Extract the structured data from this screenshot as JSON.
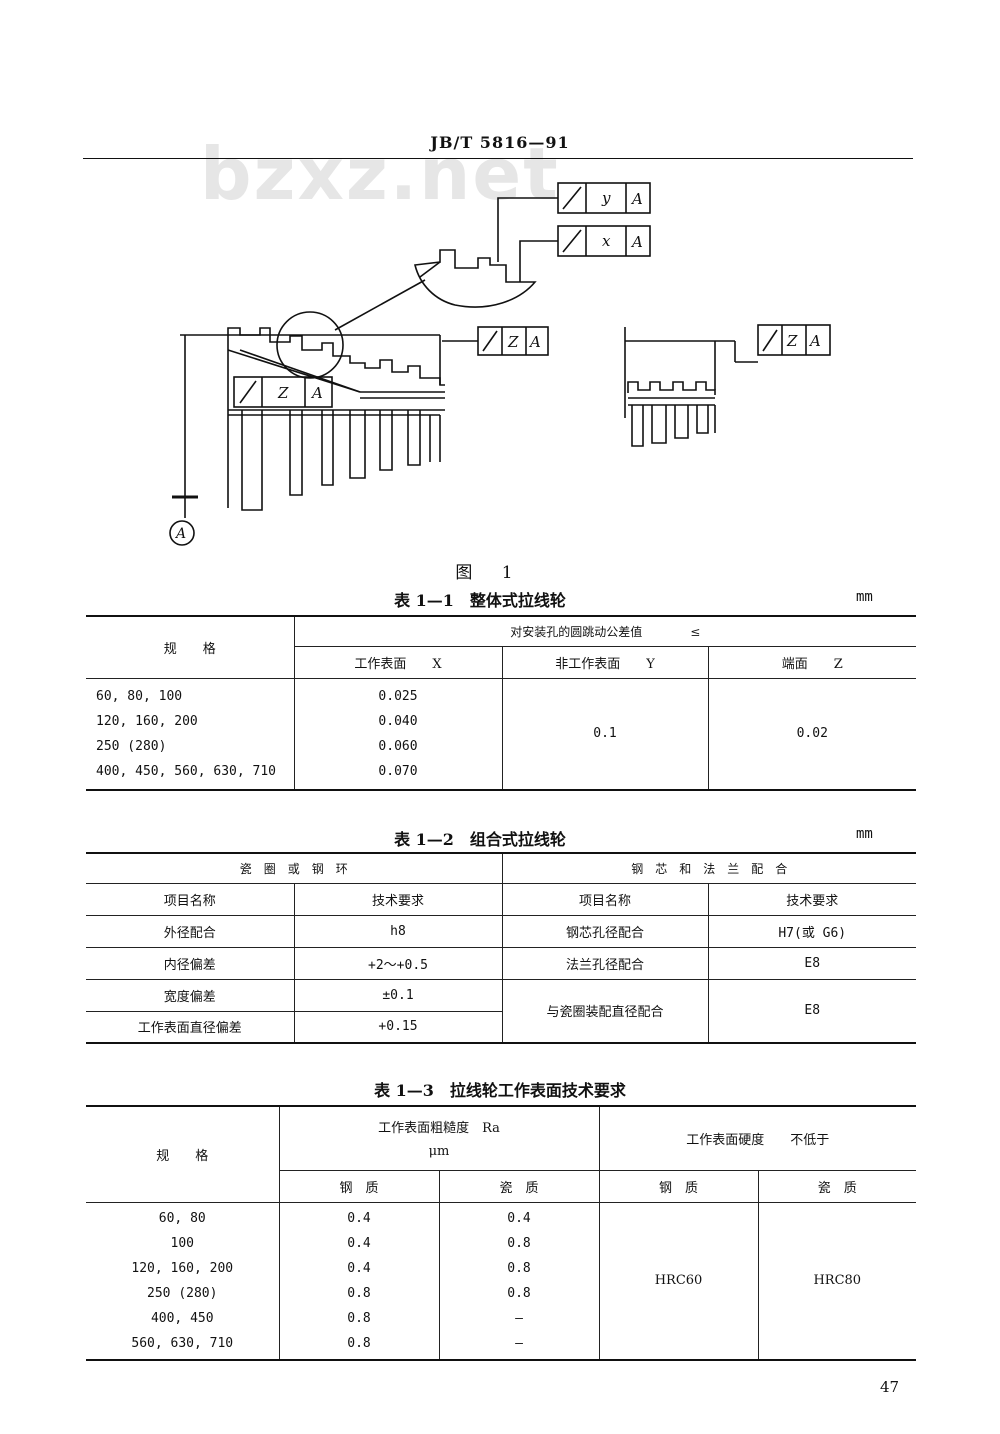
{
  "header": {
    "code": "JB/T 5816—91",
    "watermark": "bzxz.net"
  },
  "figure": {
    "caption": "图 1",
    "fcf_y": [
      "y",
      "A"
    ],
    "fcf_x": [
      "x",
      "A"
    ],
    "fcf_z1": [
      "Z",
      "A"
    ],
    "fcf_z2": [
      "Z",
      "A"
    ],
    "fcf_z3": [
      "Z",
      "A"
    ],
    "datum": "A"
  },
  "table1": {
    "title": "表 1—1　整体式拉线轮",
    "unit": "mm",
    "col_spec": "规　　格",
    "group_header": "对安装孔的圆跳动公差值　　　　≤",
    "col_x": "工作表面　　X",
    "col_y": "非工作表面　　Y",
    "col_z": "端面　　Z",
    "specs": [
      "60, 80, 100",
      "120, 160, 200",
      "250 (280)",
      "400, 450, 560, 630, 710"
    ],
    "x_values": [
      "0.025",
      "0.040",
      "0.060",
      "0.070"
    ],
    "y_value": "0.1",
    "z_value": "0.02"
  },
  "table2": {
    "title": "表 1—2　组合式拉线轮",
    "unit": "mm",
    "left_group": "瓷　圈　或　钢　环",
    "right_group": "钢　芯　和　法　兰　配　合",
    "col_item": "项目名称",
    "col_req": "技术要求",
    "left_rows": [
      {
        "name": "外径配合",
        "req": "h8"
      },
      {
        "name": "内径偏差",
        "req": "+2～+0.5"
      },
      {
        "name": "宽度偏差",
        "req": "±0.1"
      },
      {
        "name": "工作表面直径偏差",
        "req": "+0.15"
      }
    ],
    "right_rows": [
      {
        "name": "钢芯孔径配合",
        "req": "H7(或 G6)"
      },
      {
        "name": "法兰孔径配合",
        "req": "E8"
      },
      {
        "name": "与瓷圈装配直径配合",
        "req": "E8"
      }
    ]
  },
  "table3": {
    "title": "表 1—3　拉线轮工作表面技术要求",
    "col_spec": "规　　格",
    "rough_header": "工作表面粗糙度　Ra",
    "rough_unit": "μm",
    "hard_header": "工作表面硬度　　不低于",
    "steel": "钢　质",
    "ceramic": "瓷　质",
    "specs": [
      "60, 80",
      "100",
      "120, 160, 200",
      "250 (280)",
      "400, 450",
      "560, 630, 710"
    ],
    "rough_steel": [
      "0.4",
      "0.4",
      "0.4",
      "0.8",
      "0.8",
      "0.8"
    ],
    "rough_ceramic": [
      "0.4",
      "0.8",
      "0.8",
      "0.8",
      "—",
      "—"
    ],
    "hard_steel": "HRC60",
    "hard_ceramic": "HRC80"
  },
  "page_number": "47"
}
